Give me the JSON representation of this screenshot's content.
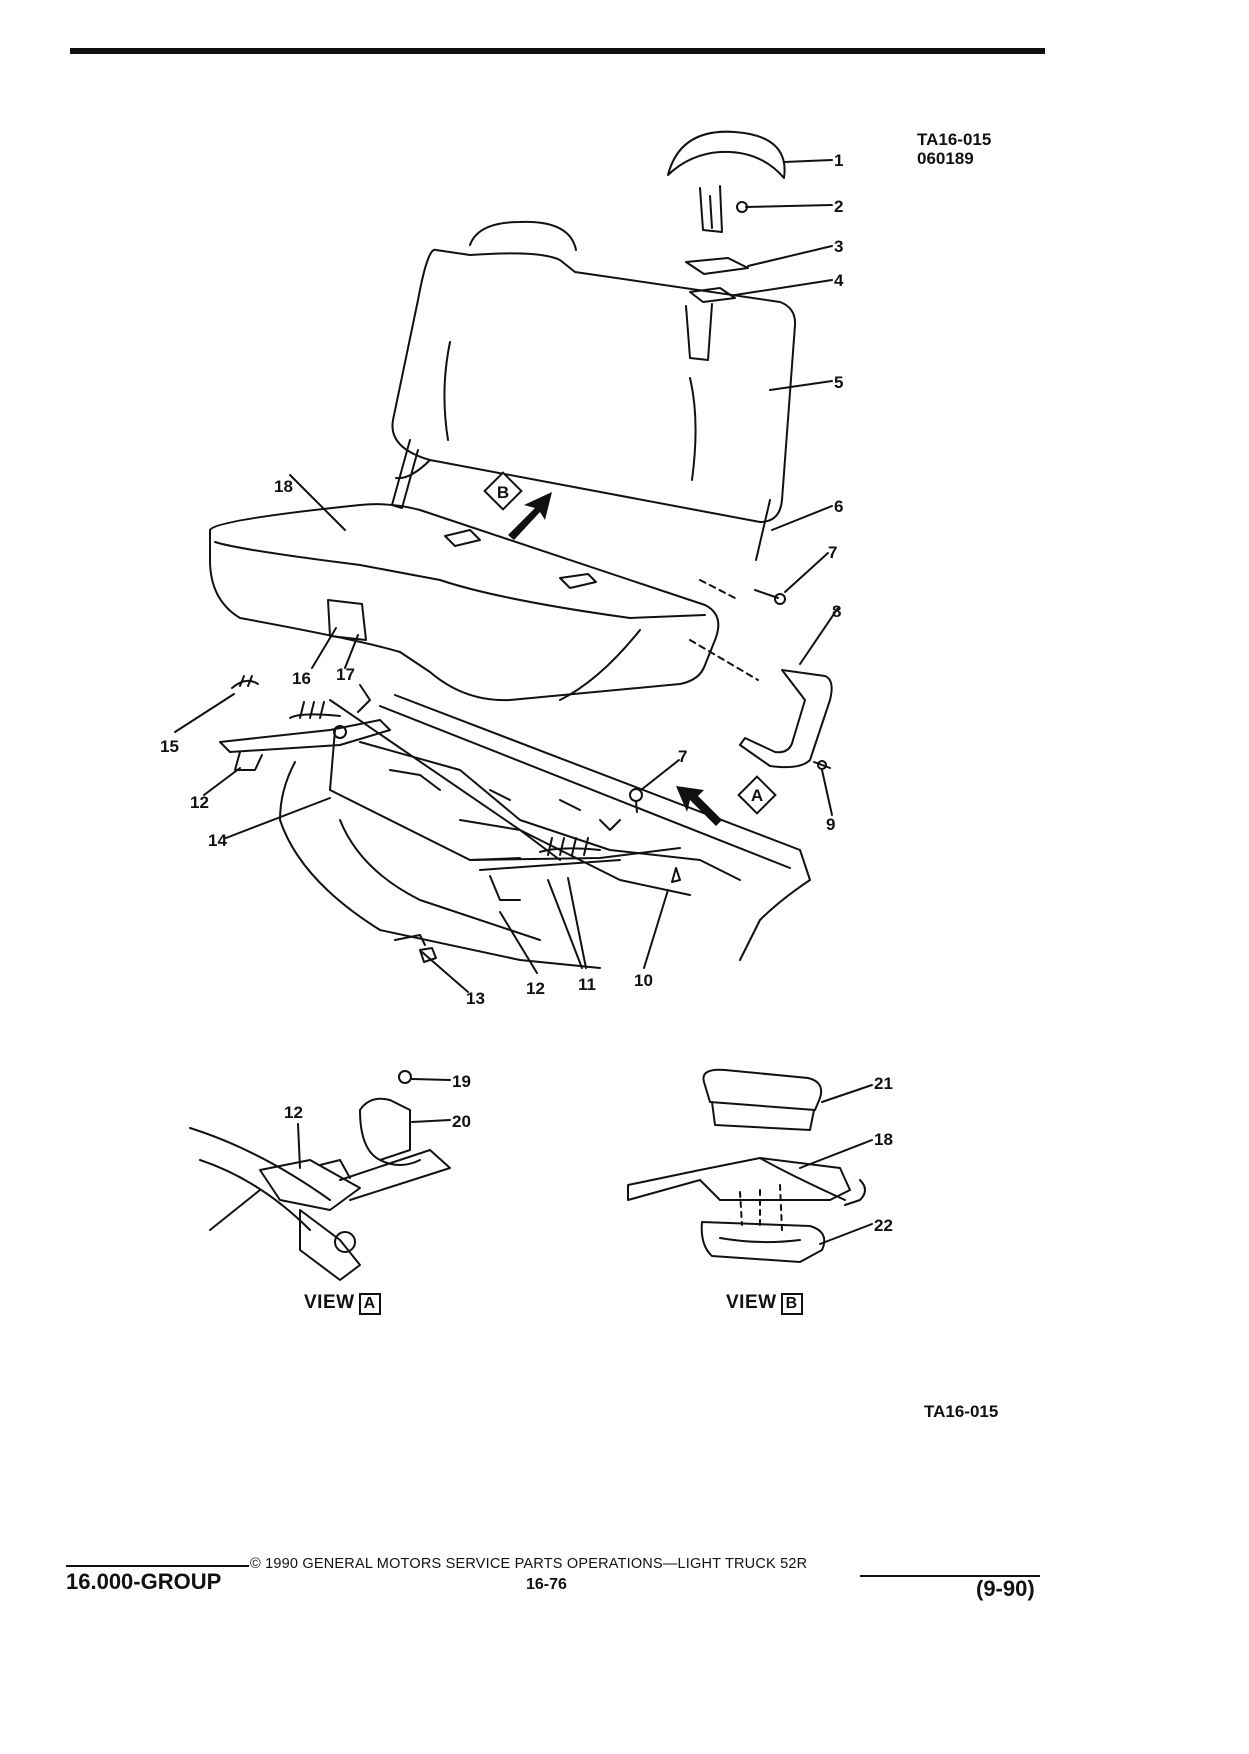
{
  "header": {
    "figure_code": "TA16-015",
    "figure_date": "060189"
  },
  "callouts": {
    "c1": "1",
    "c2": "2",
    "c3": "3",
    "c4": "4",
    "c5": "5",
    "c6": "6",
    "c7a": "7",
    "c7b": "7",
    "c8": "8",
    "c9": "9",
    "c10": "10",
    "c11": "11",
    "c12a": "12",
    "c12b": "12",
    "c12c": "12",
    "c13": "13",
    "c14": "14",
    "c15": "15",
    "c16": "16",
    "c17": "17",
    "c18a": "18",
    "c18b": "18",
    "c19": "19",
    "c20": "20",
    "c21": "21",
    "c22": "22"
  },
  "view_markers": {
    "a": "A",
    "b": "B"
  },
  "views": {
    "a": {
      "label": "VIEW",
      "letter": "A"
    },
    "b": {
      "label": "VIEW",
      "letter": "B"
    }
  },
  "figure_code_bottom": "TA16-015",
  "footer": {
    "group": "16.000-GROUP",
    "copyright": "© 1990 GENERAL MOTORS SERVICE PARTS OPERATIONS—LIGHT TRUCK 52R",
    "page": "16-76",
    "revision": "(9-90)"
  }
}
